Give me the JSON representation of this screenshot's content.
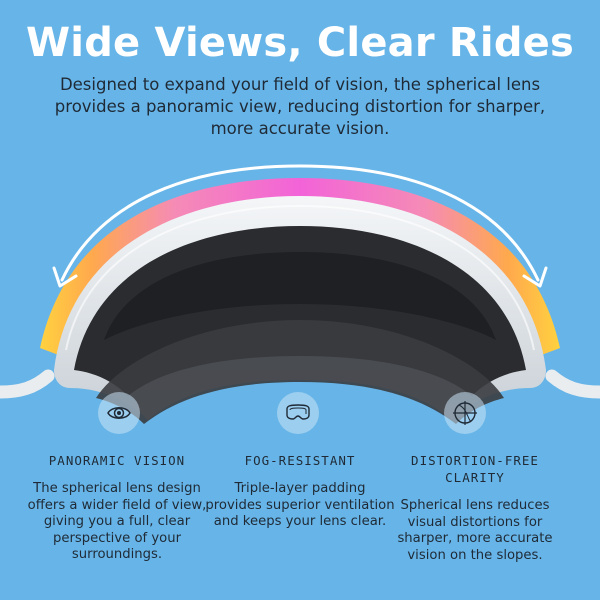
{
  "header": {
    "title": "Wide Views, Clear Rides",
    "subtitle": "Designed to expand your field of vision, the spherical lens provides a panoramic view, reducing distortion for sharper, more accurate vision."
  },
  "features": [
    {
      "title": "PANORAMIC VISION",
      "description": "The spherical lens design offers a wider field of view, giving you a full, clear perspective of your surroundings.",
      "icon": "eye-icon"
    },
    {
      "title": "FOG-RESISTANT",
      "description": "Triple-layer padding provides superior ventilation and keeps your lens clear.",
      "icon": "goggles-icon"
    },
    {
      "title": "DISTORTION-FREE CLARITY",
      "description": "Spherical lens reduces visual distortions for sharper, more accurate vision on the slopes.",
      "icon": "crosshair-globe-icon"
    }
  ],
  "colors": {
    "background": "#67B5E8",
    "title": "#FFFFFF",
    "text": "#1F2A36",
    "lens_magenta": "#F263D8",
    "lens_orange": "#FFA94D",
    "lens_yellow": "#FFD23F",
    "frame": "#E7EBEF",
    "foam": "#2A2C30"
  }
}
